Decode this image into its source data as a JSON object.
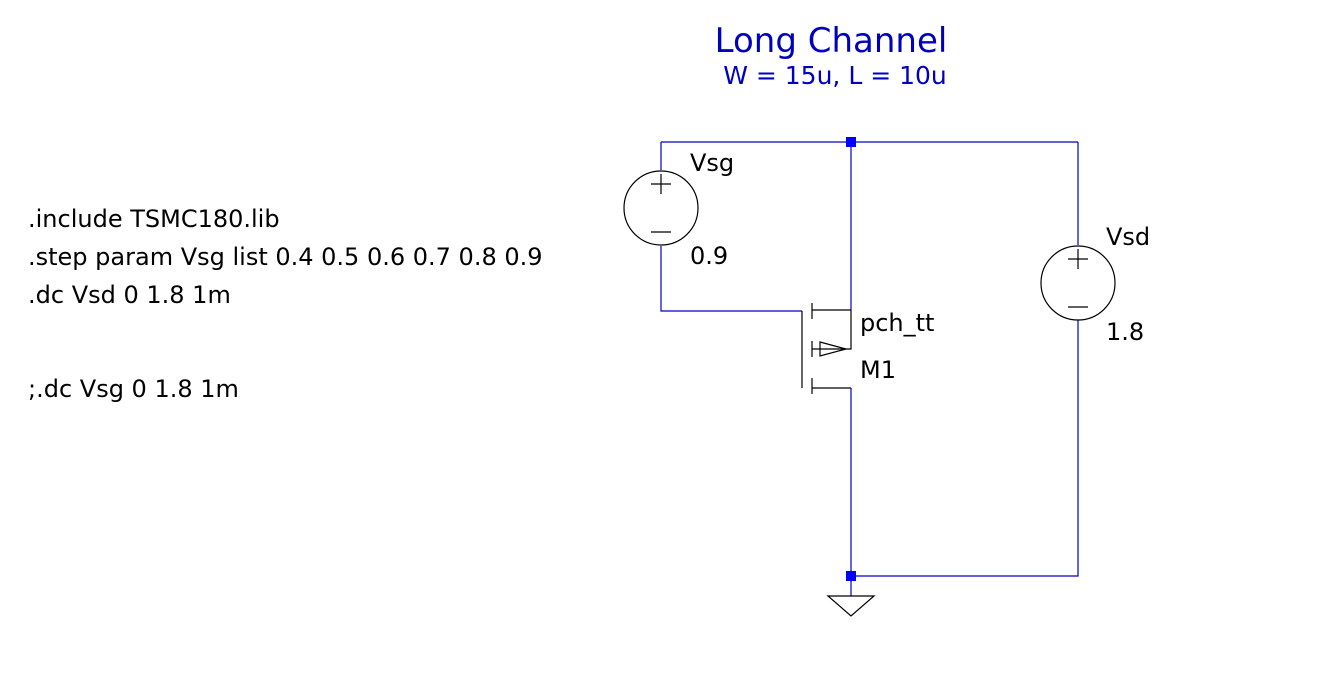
{
  "colors": {
    "wire": "#0000c8",
    "component": "#000000",
    "junction": "#0000ff",
    "comment_text": "#0000c0",
    "background": "#ffffff"
  },
  "title": {
    "main": "Long Channel",
    "sub": "W = 15u, L = 10u"
  },
  "directives": [
    ".include TSMC180.lib",
    ".step param Vsg list 0.4 0.5 0.6 0.7 0.8 0.9",
    ".dc Vsd 0 1.8 1m",
    ";.dc Vsg 0 1.8 1m"
  ],
  "components": {
    "vsg": {
      "name": "Vsg",
      "value": "0.9",
      "icon": "voltage-source-icon"
    },
    "vsd": {
      "name": "Vsd",
      "value": "1.8",
      "icon": "voltage-source-icon"
    },
    "m1": {
      "name": "M1",
      "model": "pch_tt",
      "icon": "pmos-transistor-icon"
    },
    "ground": {
      "icon": "ground-icon"
    }
  }
}
